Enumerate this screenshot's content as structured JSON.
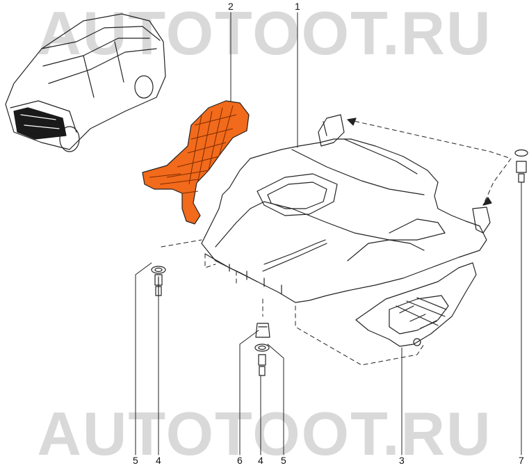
{
  "watermark": {
    "text": "AUTOTOOT.RU"
  },
  "callouts": {
    "top_2": "2",
    "top_1": "1",
    "bottom_5a": "5",
    "bottom_4a": "4",
    "bottom_6": "6",
    "bottom_4b": "4",
    "bottom_5b": "5",
    "bottom_3": "3",
    "bottom_7": "7"
  },
  "colors": {
    "highlight_part": "#f26a1b",
    "line": "#222222",
    "watermark": "#d9d9d9"
  }
}
